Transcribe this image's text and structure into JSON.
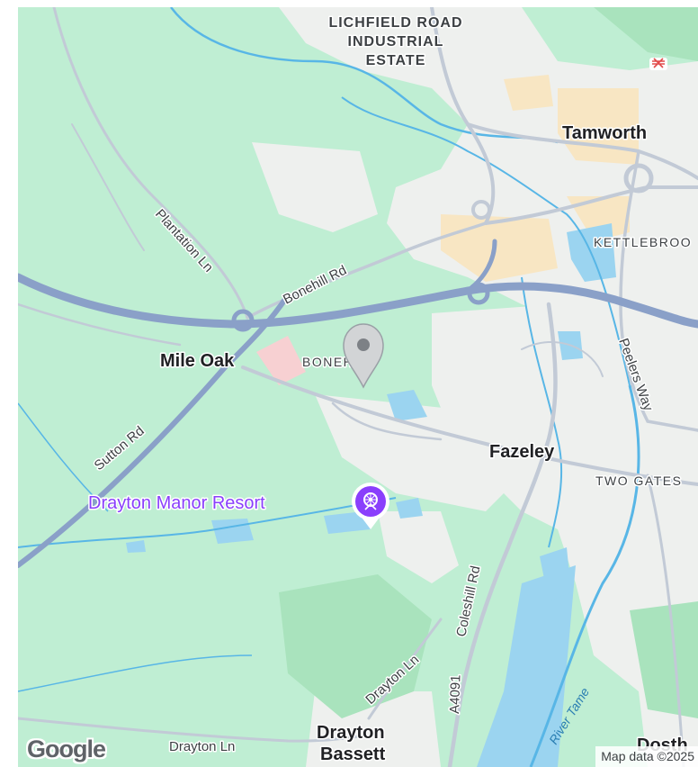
{
  "map": {
    "colors": {
      "land": "#bfeed3",
      "urban": "#eef0ee",
      "commercial": "#f8e6c3",
      "water": "#9bd4f0",
      "river": "#58b6e6",
      "motorway": "#8aa0c8",
      "road": "#c2cad6",
      "woodland": "#a9e3bd",
      "poi": "#8a3ffc"
    },
    "labels": {
      "lichfield_line1": "LICHFIELD ROAD",
      "lichfield_line2": "INDUSTRIAL",
      "lichfield_line3": "ESTATE",
      "tamworth": "Tamworth",
      "kettlebrook": "KETTLEBROO",
      "plantation_ln": "Plantation Ln",
      "bonehill_rd": "Bonehill Rd",
      "mile_oak": "Mile Oak",
      "bonehill_district": "BONEHILL",
      "sutton_rd": "Sutton Rd",
      "peelers_way": "Peelers Way",
      "fazeley": "Fazeley",
      "two_gates": "TWO GATES",
      "coleshill_rd": "Coleshill Rd",
      "drayton_ln_vertical": "Drayton Ln",
      "a4091": "A4091",
      "river_tame": "River Tame",
      "drayton_ln_bottom": "Drayton Ln",
      "drayton": "Drayton",
      "bassett": "Bassett",
      "dosthill_partial": "Dosth"
    },
    "poi": {
      "name": "Drayton Manor Resort",
      "icon": "amusement-park-icon"
    },
    "marker": {
      "icon": "map-pin-icon"
    },
    "attribution": "Map data ©2025",
    "logo": "Google"
  }
}
